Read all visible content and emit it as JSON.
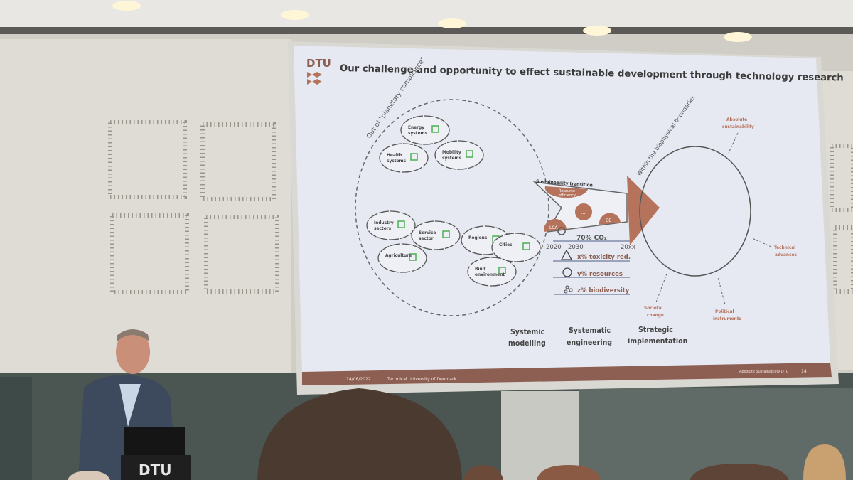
{
  "slide": {
    "logo": "DTU",
    "title": "Our challenge and opportunity to effect sustainable development through technology research",
    "out_of_label": "Out of \"planetary compliance\"",
    "within_label": "Within the biophysical boundaries",
    "clouds": [
      {
        "label1": "Energy",
        "label2": "systems"
      },
      {
        "label1": "Health",
        "label2": "systems"
      },
      {
        "label1": "Mobility",
        "label2": "systems"
      },
      {
        "label1": "Industry",
        "label2": "sectors"
      },
      {
        "label1": "Service",
        "label2": "sector"
      },
      {
        "label1": "Agriculture",
        "label2": ""
      },
      {
        "label1": "Regions",
        "label2": ""
      },
      {
        "label1": "Cities",
        "label2": ""
      },
      {
        "label1": "Built",
        "label2": "environment"
      }
    ],
    "transition": {
      "title": "Sustainability transition",
      "resource_efficiency_1": "Resource",
      "resource_efficiency_2": "efficiency",
      "dots": "...",
      "ce": "CE",
      "lca": "LCA",
      "co2_target": "70% CO₂",
      "years": [
        "2020",
        "2030",
        "20xx"
      ],
      "targets": [
        "x% toxicity red.",
        "y% resources",
        "z% biodiversity"
      ]
    },
    "absolute_sustainability_1": "Absolute",
    "absolute_sustainability_2": "sustainability",
    "technical_advances_1": "Technical",
    "technical_advances_2": "advances",
    "societal_change_1": "Societal",
    "societal_change_2": "change",
    "political_instruments_1": "Political",
    "political_instruments_2": "instruments",
    "columns": [
      {
        "line1": "Systemic",
        "line2": "modelling"
      },
      {
        "line1": "Systematic",
        "line2": "engineering"
      },
      {
        "line1": "Strategic",
        "line2": "implementation"
      }
    ],
    "footer": {
      "date": "14/06/2022",
      "org": "Technical University of Denmark",
      "topic": "Absolute Sustainability DTU",
      "page": "14"
    },
    "colors": {
      "accent": "#b5735c",
      "slide_bg": "#e6e9f2",
      "footer": "#8d5f52",
      "green": "#4caf50"
    }
  },
  "podium": {
    "logo": "DTU"
  }
}
